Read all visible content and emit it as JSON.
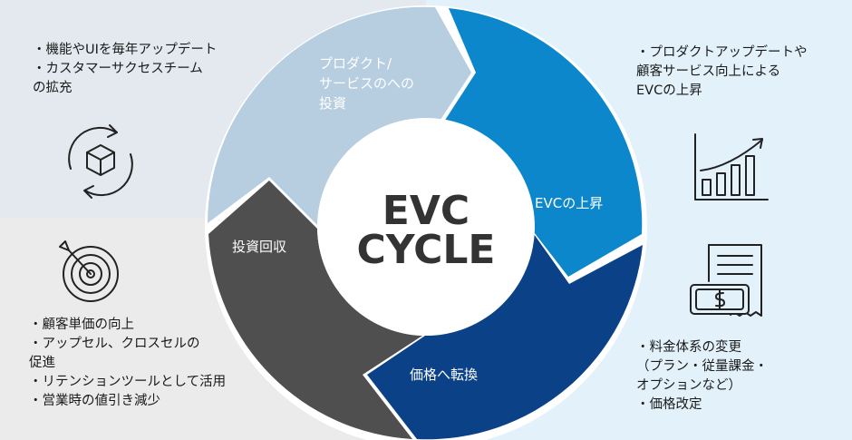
{
  "center": {
    "line1": "EVC",
    "line2": "CYCLE"
  },
  "segments": {
    "investment": {
      "line1": "プロダクト/",
      "line2": "サービスのへの",
      "line3": "投資"
    },
    "evc_rise": "EVCの上昇",
    "price_conversion": "価格へ転換",
    "recovery": "投資回収"
  },
  "notes": {
    "top_left": [
      "・機能やUIを毎年アップデート",
      "・カスタマーサクセスチーム",
      "の拡充"
    ],
    "top_right": [
      "・プロダクトアップデートや",
      "顧客サービス向上による",
      "EVCの上昇"
    ],
    "bottom_left": [
      "・顧客単価の向上",
      "・アップセル、クロスセルの",
      "促進",
      "・リテンションツールとして活用",
      "・営業時の値引き減少"
    ],
    "bottom_right": [
      "・料金体系の変更",
      "（プラン・従量課金・",
      "オプションなど）",
      "・価格改定"
    ]
  },
  "colors": {
    "investment": "#b7cde0",
    "evc_rise": "#0d87cc",
    "price_conversion": "#0a4187",
    "recovery": "#4f4f4f"
  },
  "icons": [
    "cube-cycle-icon",
    "bar-chart-icon",
    "target-icon",
    "invoice-dollar-icon"
  ]
}
